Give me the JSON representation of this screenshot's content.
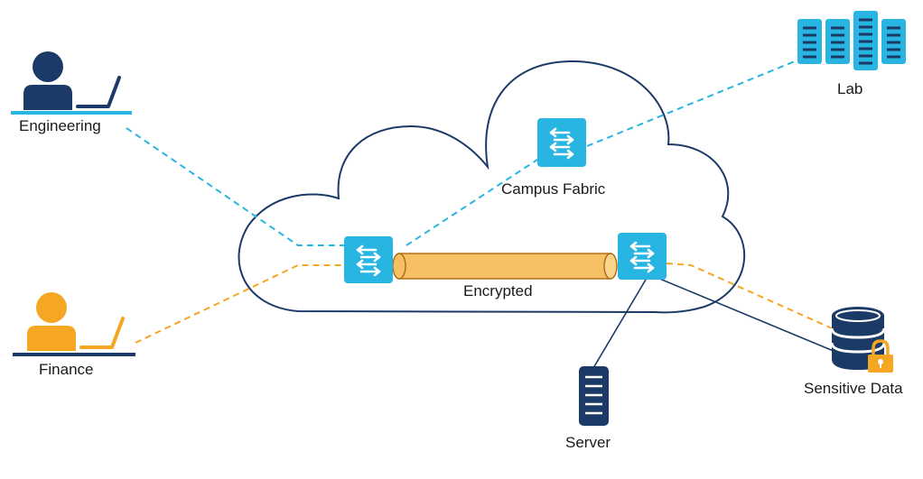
{
  "labels": {
    "engineering": "Engineering",
    "finance": "Finance",
    "lab": "Lab",
    "campus_fabric": "Campus Fabric",
    "encrypted": "Encrypted",
    "server": "Server",
    "sensitive_data": "Sensitive Data"
  },
  "colors": {
    "cyan_accent": "#29b5e2",
    "navy": "#1c3a68",
    "orange": "#f5a623",
    "tunnel_fill": "#f8c065",
    "cloud_outline": "#1c3a68"
  },
  "icons": {
    "engineering": "user-laptop-icon",
    "finance": "user-laptop-icon",
    "lab": "server-rack-icon",
    "switch": "switch-arrows-icon",
    "server": "server-icon",
    "database": "database-lock-icon"
  }
}
